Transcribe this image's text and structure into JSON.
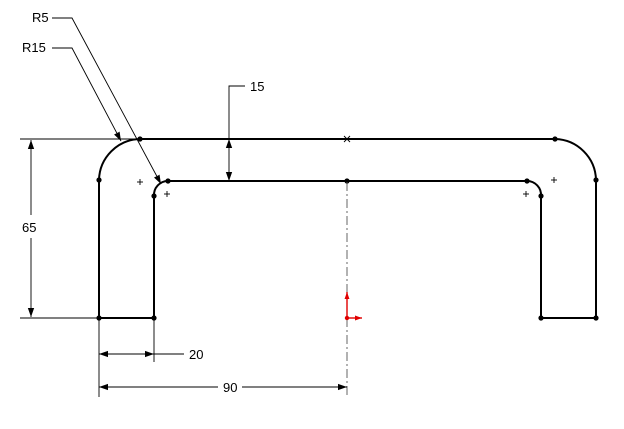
{
  "dimensions": {
    "r5": "R5",
    "r15": "R15",
    "thickness": "15",
    "height": "65",
    "leg_width": "20",
    "half_width": "90"
  },
  "colors": {
    "geometry": "#000000",
    "origin": "#e00000"
  },
  "icons": {
    "origin": "origin-icon"
  }
}
